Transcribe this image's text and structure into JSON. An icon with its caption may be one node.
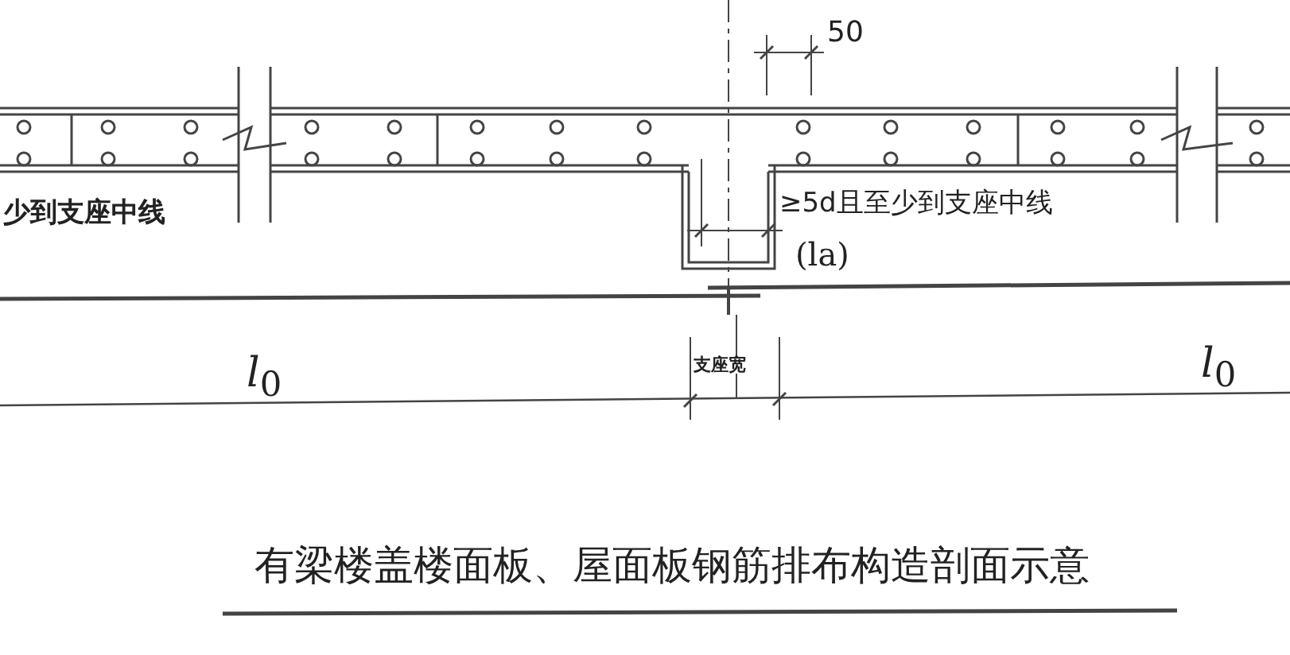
{
  "diagram": {
    "caption": "有梁楼盖楼面板、屋面板钢筋排布构造剖面示意",
    "labels": [
      "50",
      "少到支座中线",
      "≥5d且至少到支座中线",
      "(la)",
      "*l*$_{0}$",
      "支座宽",
      "*l*$_{0}$"
    ]
  }
}
